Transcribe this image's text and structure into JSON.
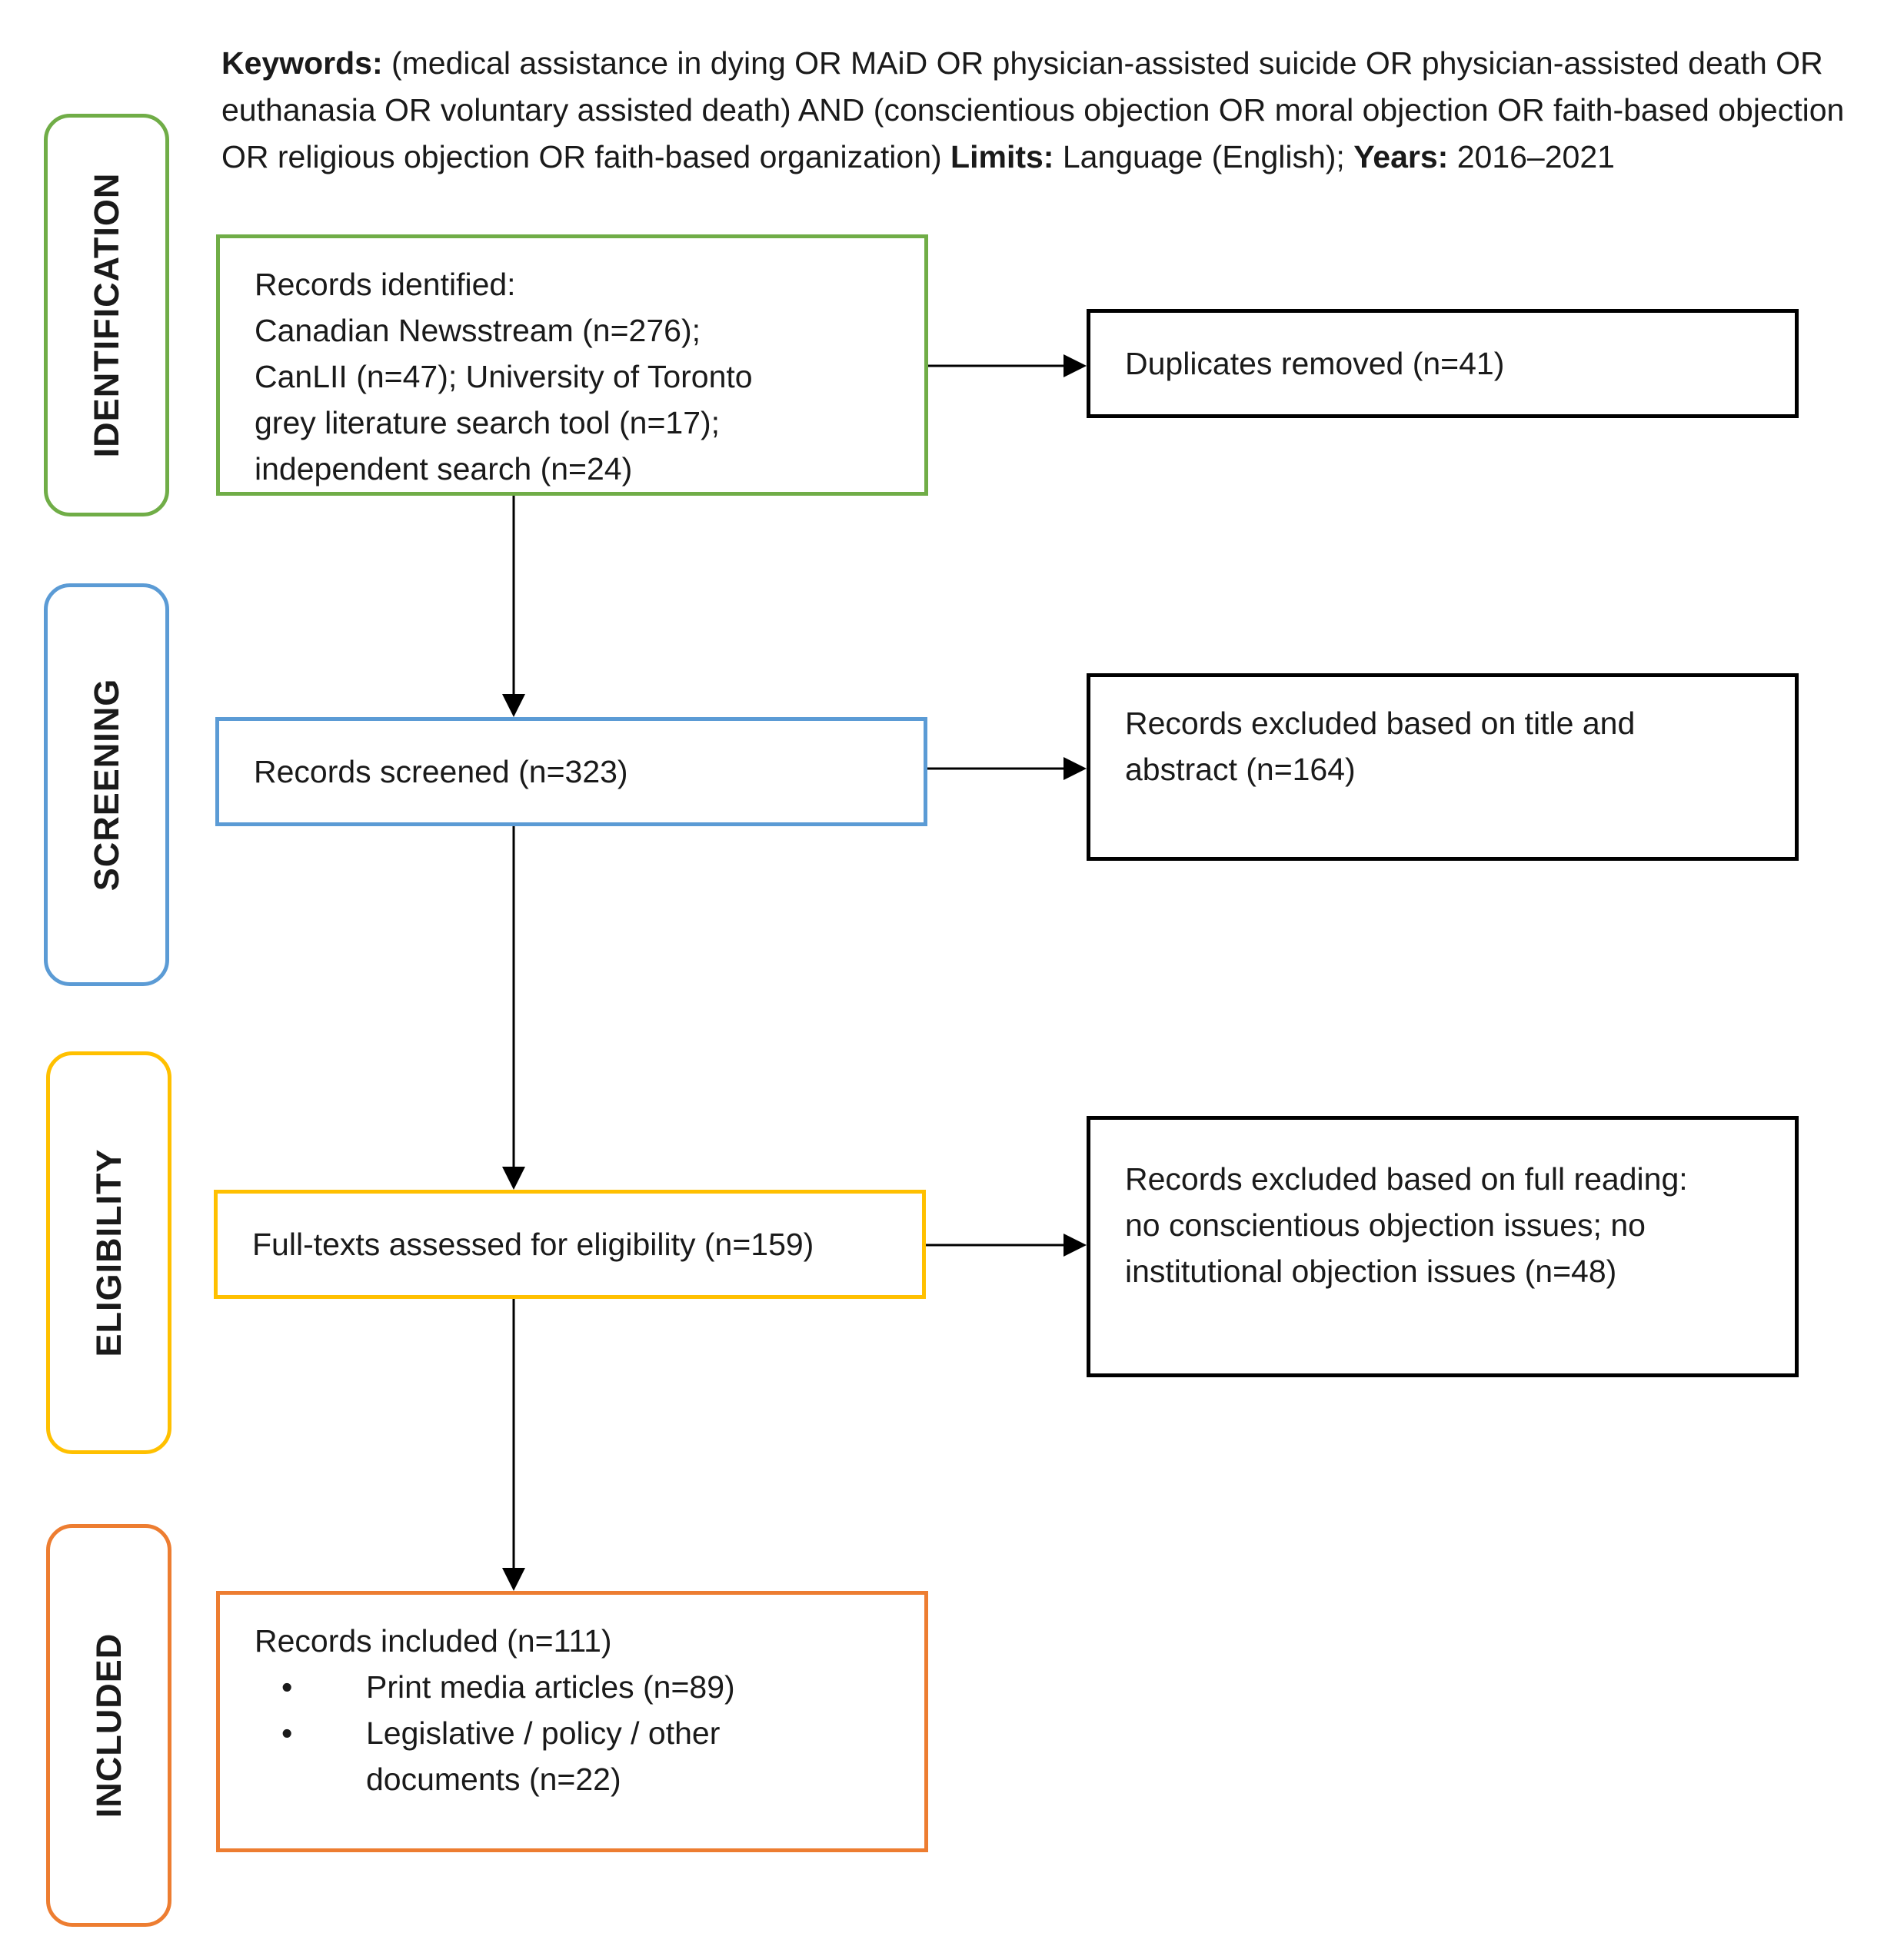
{
  "header": {
    "keywords_label": "Keywords:",
    "keywords_text": " (medical assistance in dying OR MAiD OR physician-assisted suicide OR physician-assisted death OR euthanasia OR voluntary assisted death) AND (conscientious objection OR moral objection OR faith-based objection OR religious objection OR faith-based organization) ",
    "limits_label": "Limits:",
    "limits_text": " Language (English); ",
    "years_label": "Years:",
    "years_text": " 2016–2021"
  },
  "phases": {
    "identification": {
      "label": "IDENTIFICATION",
      "color": "#70ad47"
    },
    "screening": {
      "label": "SCREENING",
      "color": "#5b9bd5"
    },
    "eligibility": {
      "label": "ELIGIBILITY",
      "color": "#ffc000"
    },
    "included": {
      "label": "INCLUDED",
      "color": "#ed7d31"
    }
  },
  "boxes": {
    "identified": {
      "lines": [
        "Records identified:",
        "Canadian Newsstream (n=276);",
        "CanLII (n=47); University of Toronto",
        "grey literature search tool (n=17);",
        "independent search (n=24)"
      ]
    },
    "duplicates": {
      "text": "Duplicates removed (n=41)"
    },
    "screened": {
      "text": "Records screened (n=323)"
    },
    "excluded_title": {
      "lines": [
        "Records excluded based on title and",
        "abstract (n=164)"
      ]
    },
    "fulltext": {
      "text": "Full-texts assessed for eligibility (n=159)"
    },
    "excluded_full": {
      "lines": [
        "Records excluded based on full reading:",
        "no conscientious objection issues; no",
        "institutional objection issues (n=48)"
      ]
    },
    "included": {
      "title": "Records included (n=111)",
      "items": [
        {
          "bullet": "•",
          "lines": [
            "Print media articles (n=89)"
          ]
        },
        {
          "bullet": "•",
          "lines": [
            "Legislative / policy / other",
            "documents (n=22)"
          ]
        }
      ]
    }
  },
  "colors": {
    "line": "#000000"
  }
}
